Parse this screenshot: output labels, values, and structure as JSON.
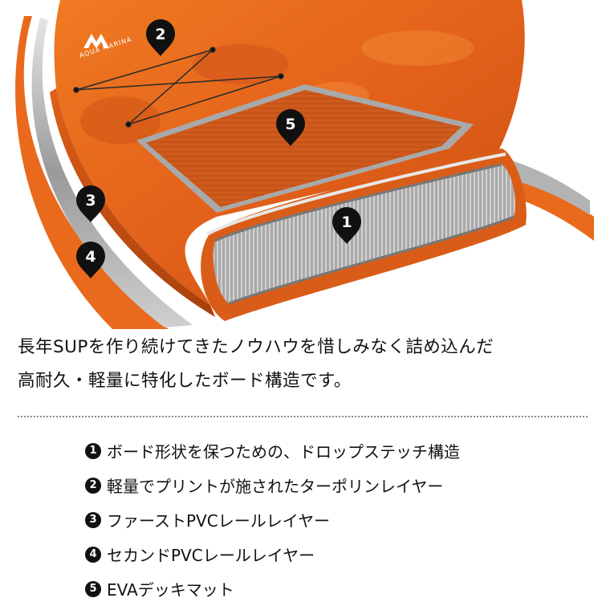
{
  "logo": {
    "name": "AQUA MARINA",
    "icon": "mountain-logo-icon"
  },
  "markers": [
    {
      "number": "1",
      "icon": "map-pin-icon"
    },
    {
      "number": "2",
      "icon": "map-pin-icon"
    },
    {
      "number": "3",
      "icon": "map-pin-icon"
    },
    {
      "number": "4",
      "icon": "map-pin-icon"
    },
    {
      "number": "5",
      "icon": "map-pin-icon"
    }
  ],
  "intro": {
    "line1": "長年SUPを作り続けてきたノウハウを惜しみなく詰め込んだ",
    "line2": "高耐久・軽量に特化したボード構造です。"
  },
  "features": [
    {
      "number": "1",
      "text": "ボード形状を保つための、ドロップステッチ構造"
    },
    {
      "number": "2",
      "text": "軽量でプリントが施されたターポリンレイヤー"
    },
    {
      "number": "3",
      "text": "ファーストPVCレールレイヤー"
    },
    {
      "number": "4",
      "text": "セカンドPVCレールレイヤー"
    },
    {
      "number": "5",
      "text": "EVAデッキマット"
    }
  ],
  "colors": {
    "board_orange": "#e8661a",
    "deck_pad": "#c9551c",
    "rail_grey": "#b8b8b8",
    "text": "#111111",
    "background": "#ffffff"
  }
}
